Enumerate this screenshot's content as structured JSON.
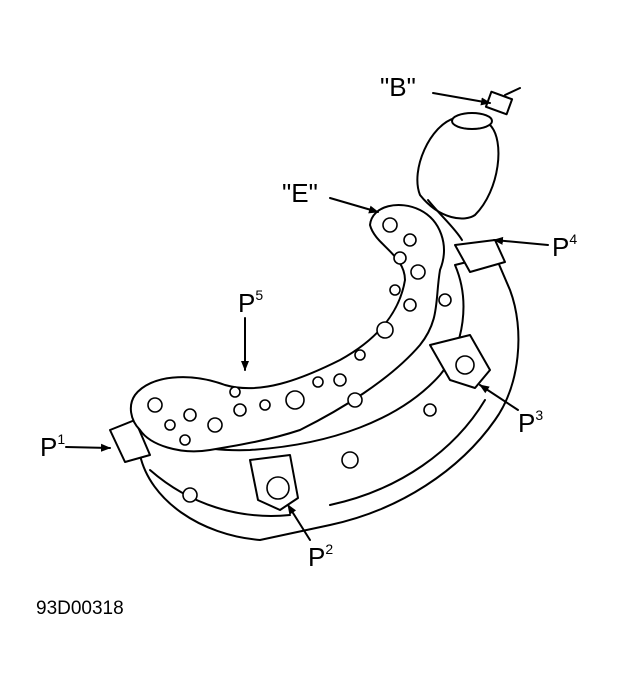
{
  "figure": {
    "labels": {
      "B": "\"B\"",
      "E": "\"E\"",
      "P1": {
        "letter": "P",
        "sub": "1"
      },
      "P2": {
        "letter": "P",
        "sub": "2"
      },
      "P3": {
        "letter": "P",
        "sub": "3"
      },
      "P4": {
        "letter": "P",
        "sub": "4"
      },
      "P5": {
        "letter": "P",
        "sub": "5"
      }
    },
    "caption": "93D00318"
  }
}
